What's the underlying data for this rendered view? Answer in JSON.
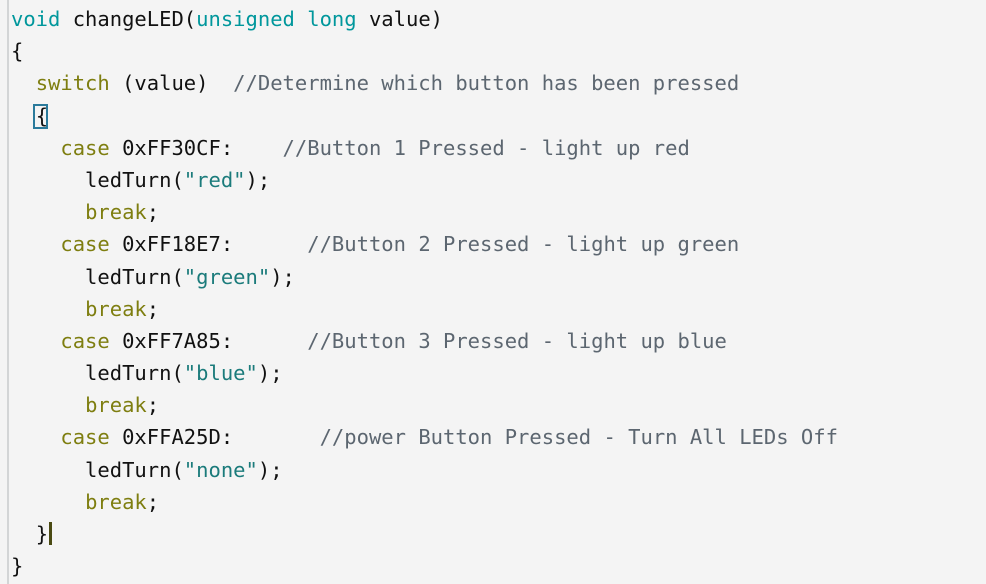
{
  "editor": {
    "language": "arduino-c",
    "background_color": "#f4f4f4",
    "gutter_color": "#d3d5d6",
    "caret_color": "#4a4a12",
    "bracket_match_color": "#2a7a9b",
    "colors": {
      "type": "#00979c",
      "keyword": "#7e7e10",
      "plain": "#111111",
      "string": "#1b7b7b",
      "comment": "#5c6670"
    },
    "lines": [
      {
        "id": "line-1",
        "tokens": [
          {
            "t": "void",
            "c": "type"
          },
          {
            "t": " changeLED(",
            "c": "plain"
          },
          {
            "t": "unsigned",
            "c": "type"
          },
          {
            "t": " ",
            "c": "plain"
          },
          {
            "t": "long",
            "c": "type"
          },
          {
            "t": " value)",
            "c": "plain"
          }
        ]
      },
      {
        "id": "line-2",
        "tokens": [
          {
            "t": "{",
            "c": "plain"
          }
        ]
      },
      {
        "id": "line-3",
        "tokens": [
          {
            "t": "  ",
            "c": "plain"
          },
          {
            "t": "switch",
            "c": "keyword"
          },
          {
            "t": " (value)  ",
            "c": "plain"
          },
          {
            "t": "//Determine which button has been pressed",
            "c": "comment"
          }
        ]
      },
      {
        "id": "line-4",
        "tokens": [
          {
            "t": "  ",
            "c": "plain"
          },
          {
            "t": "{",
            "c": "plain",
            "match": true
          }
        ]
      },
      {
        "id": "line-5",
        "tokens": [
          {
            "t": "    ",
            "c": "plain"
          },
          {
            "t": "case",
            "c": "keyword"
          },
          {
            "t": " 0xFF30CF:    ",
            "c": "plain"
          },
          {
            "t": "//Button 1 Pressed - light up red",
            "c": "comment"
          }
        ]
      },
      {
        "id": "line-6",
        "tokens": [
          {
            "t": "      ledTurn(",
            "c": "plain"
          },
          {
            "t": "\"red\"",
            "c": "string"
          },
          {
            "t": ");",
            "c": "plain"
          }
        ]
      },
      {
        "id": "line-7",
        "tokens": [
          {
            "t": "      ",
            "c": "plain"
          },
          {
            "t": "break",
            "c": "keyword"
          },
          {
            "t": ";",
            "c": "plain"
          }
        ]
      },
      {
        "id": "line-8",
        "tokens": [
          {
            "t": "    ",
            "c": "plain"
          },
          {
            "t": "case",
            "c": "keyword"
          },
          {
            "t": " 0xFF18E7:      ",
            "c": "plain"
          },
          {
            "t": "//Button 2 Pressed - light up green",
            "c": "comment"
          }
        ]
      },
      {
        "id": "line-9",
        "tokens": [
          {
            "t": "      ledTurn(",
            "c": "plain"
          },
          {
            "t": "\"green\"",
            "c": "string"
          },
          {
            "t": ");",
            "c": "plain"
          }
        ]
      },
      {
        "id": "line-10",
        "tokens": [
          {
            "t": "      ",
            "c": "plain"
          },
          {
            "t": "break",
            "c": "keyword"
          },
          {
            "t": ";",
            "c": "plain"
          }
        ]
      },
      {
        "id": "line-11",
        "tokens": [
          {
            "t": "    ",
            "c": "plain"
          },
          {
            "t": "case",
            "c": "keyword"
          },
          {
            "t": " 0xFF7A85:      ",
            "c": "plain"
          },
          {
            "t": "//Button 3 Pressed - light up blue",
            "c": "comment"
          }
        ]
      },
      {
        "id": "line-12",
        "tokens": [
          {
            "t": "      ledTurn(",
            "c": "plain"
          },
          {
            "t": "\"blue\"",
            "c": "string"
          },
          {
            "t": ");",
            "c": "plain"
          }
        ]
      },
      {
        "id": "line-13",
        "tokens": [
          {
            "t": "      ",
            "c": "plain"
          },
          {
            "t": "break",
            "c": "keyword"
          },
          {
            "t": ";",
            "c": "plain"
          }
        ]
      },
      {
        "id": "line-14",
        "tokens": [
          {
            "t": "    ",
            "c": "plain"
          },
          {
            "t": "case",
            "c": "keyword"
          },
          {
            "t": " 0xFFA25D:       ",
            "c": "plain"
          },
          {
            "t": "//power Button Pressed - Turn All LEDs Off",
            "c": "comment"
          }
        ]
      },
      {
        "id": "line-15",
        "tokens": [
          {
            "t": "      ledTurn(",
            "c": "plain"
          },
          {
            "t": "\"none\"",
            "c": "string"
          },
          {
            "t": ");",
            "c": "plain"
          }
        ]
      },
      {
        "id": "line-16",
        "tokens": [
          {
            "t": "      ",
            "c": "plain"
          },
          {
            "t": "break",
            "c": "keyword"
          },
          {
            "t": ";",
            "c": "plain"
          }
        ]
      },
      {
        "id": "line-17",
        "tokens": [
          {
            "t": "  ",
            "c": "plain"
          },
          {
            "t": "}",
            "c": "plain",
            "caret": true
          }
        ]
      },
      {
        "id": "line-18",
        "tokens": [
          {
            "t": "}",
            "c": "plain"
          }
        ]
      }
    ]
  }
}
